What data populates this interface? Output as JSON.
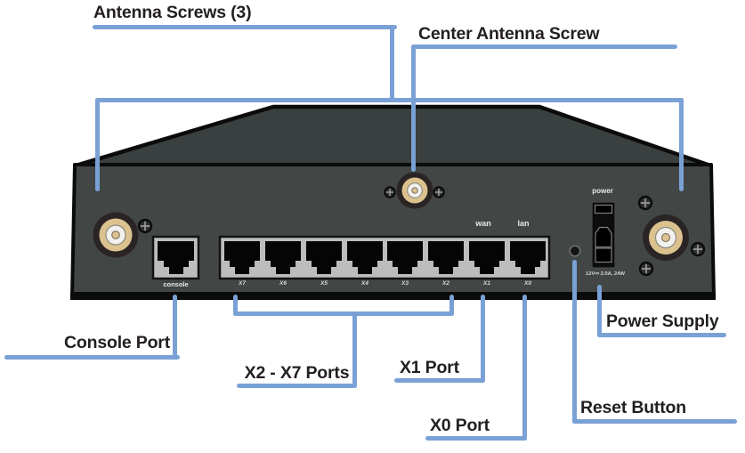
{
  "callouts": {
    "antenna_screws": "Antenna Screws (3)",
    "center_antenna_screw": "Center Antenna Screw",
    "console_port": "Console Port",
    "x2_x7_ports": "X2 - X7 Ports",
    "x1_port": "X1 Port",
    "x0_port": "X0 Port",
    "reset_button": "Reset Button",
    "power_supply": "Power Supply"
  },
  "device": {
    "console_label": "console",
    "port_labels": [
      "X7",
      "X6",
      "X5",
      "X4",
      "X3",
      "X2",
      "X1",
      "X0"
    ],
    "wan_label": "wan",
    "lan_label": "lan",
    "power_label": "power",
    "power_rating": "12V⎓ 2.0A, 24W"
  },
  "colors": {
    "callout_line": "#7AA1D6",
    "callout_text": "#231F20",
    "chassis_face": "#424746",
    "chassis_top": "#3A403F",
    "antenna_gold": "#DCC28E",
    "port_frame": "#BDBDBD"
  }
}
